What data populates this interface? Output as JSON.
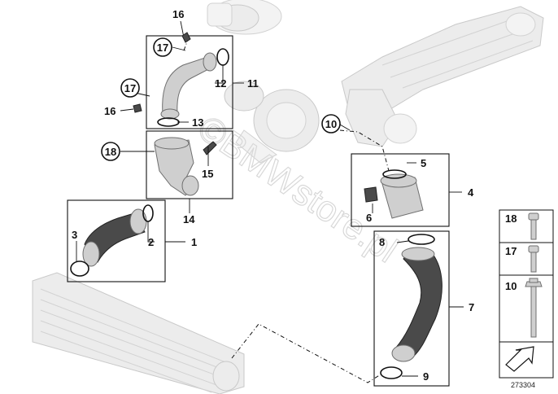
{
  "watermark": "©BMWstore.pl",
  "catalog_number": "273304",
  "callouts": {
    "c1": "1",
    "c2": "2",
    "c3": "3",
    "c4": "4",
    "c5": "5",
    "c6": "6",
    "c7": "7",
    "c8": "8",
    "c9": "9",
    "c10": "10",
    "c11": "11",
    "c12": "12",
    "c13": "13",
    "c14": "14",
    "c15": "15",
    "c16a": "16",
    "c16b": "16",
    "c17a": "17",
    "c17b": "17",
    "c18": "18"
  },
  "fastener_legend": [
    {
      "label": "18",
      "icon": "allen-bolt-icon"
    },
    {
      "label": "17",
      "icon": "allen-bolt-icon"
    },
    {
      "label": "10",
      "icon": "hex-flange-bolt-icon"
    }
  ],
  "legend_arrow_icon": "direction-arrow-icon"
}
